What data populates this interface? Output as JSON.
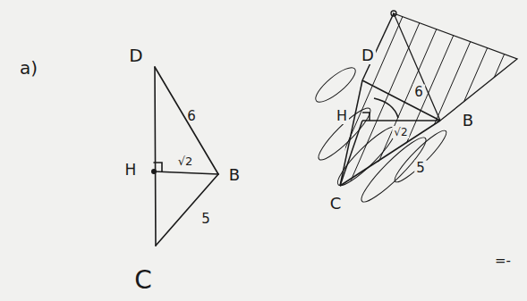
{
  "diagram": {
    "labels": [
      "a)",
      "D",
      "6",
      "H",
      "√2",
      "B",
      "5",
      "C",
      "D",
      "6",
      "H",
      "√2",
      "B",
      "C",
      "5",
      "=-"
    ]
  }
}
